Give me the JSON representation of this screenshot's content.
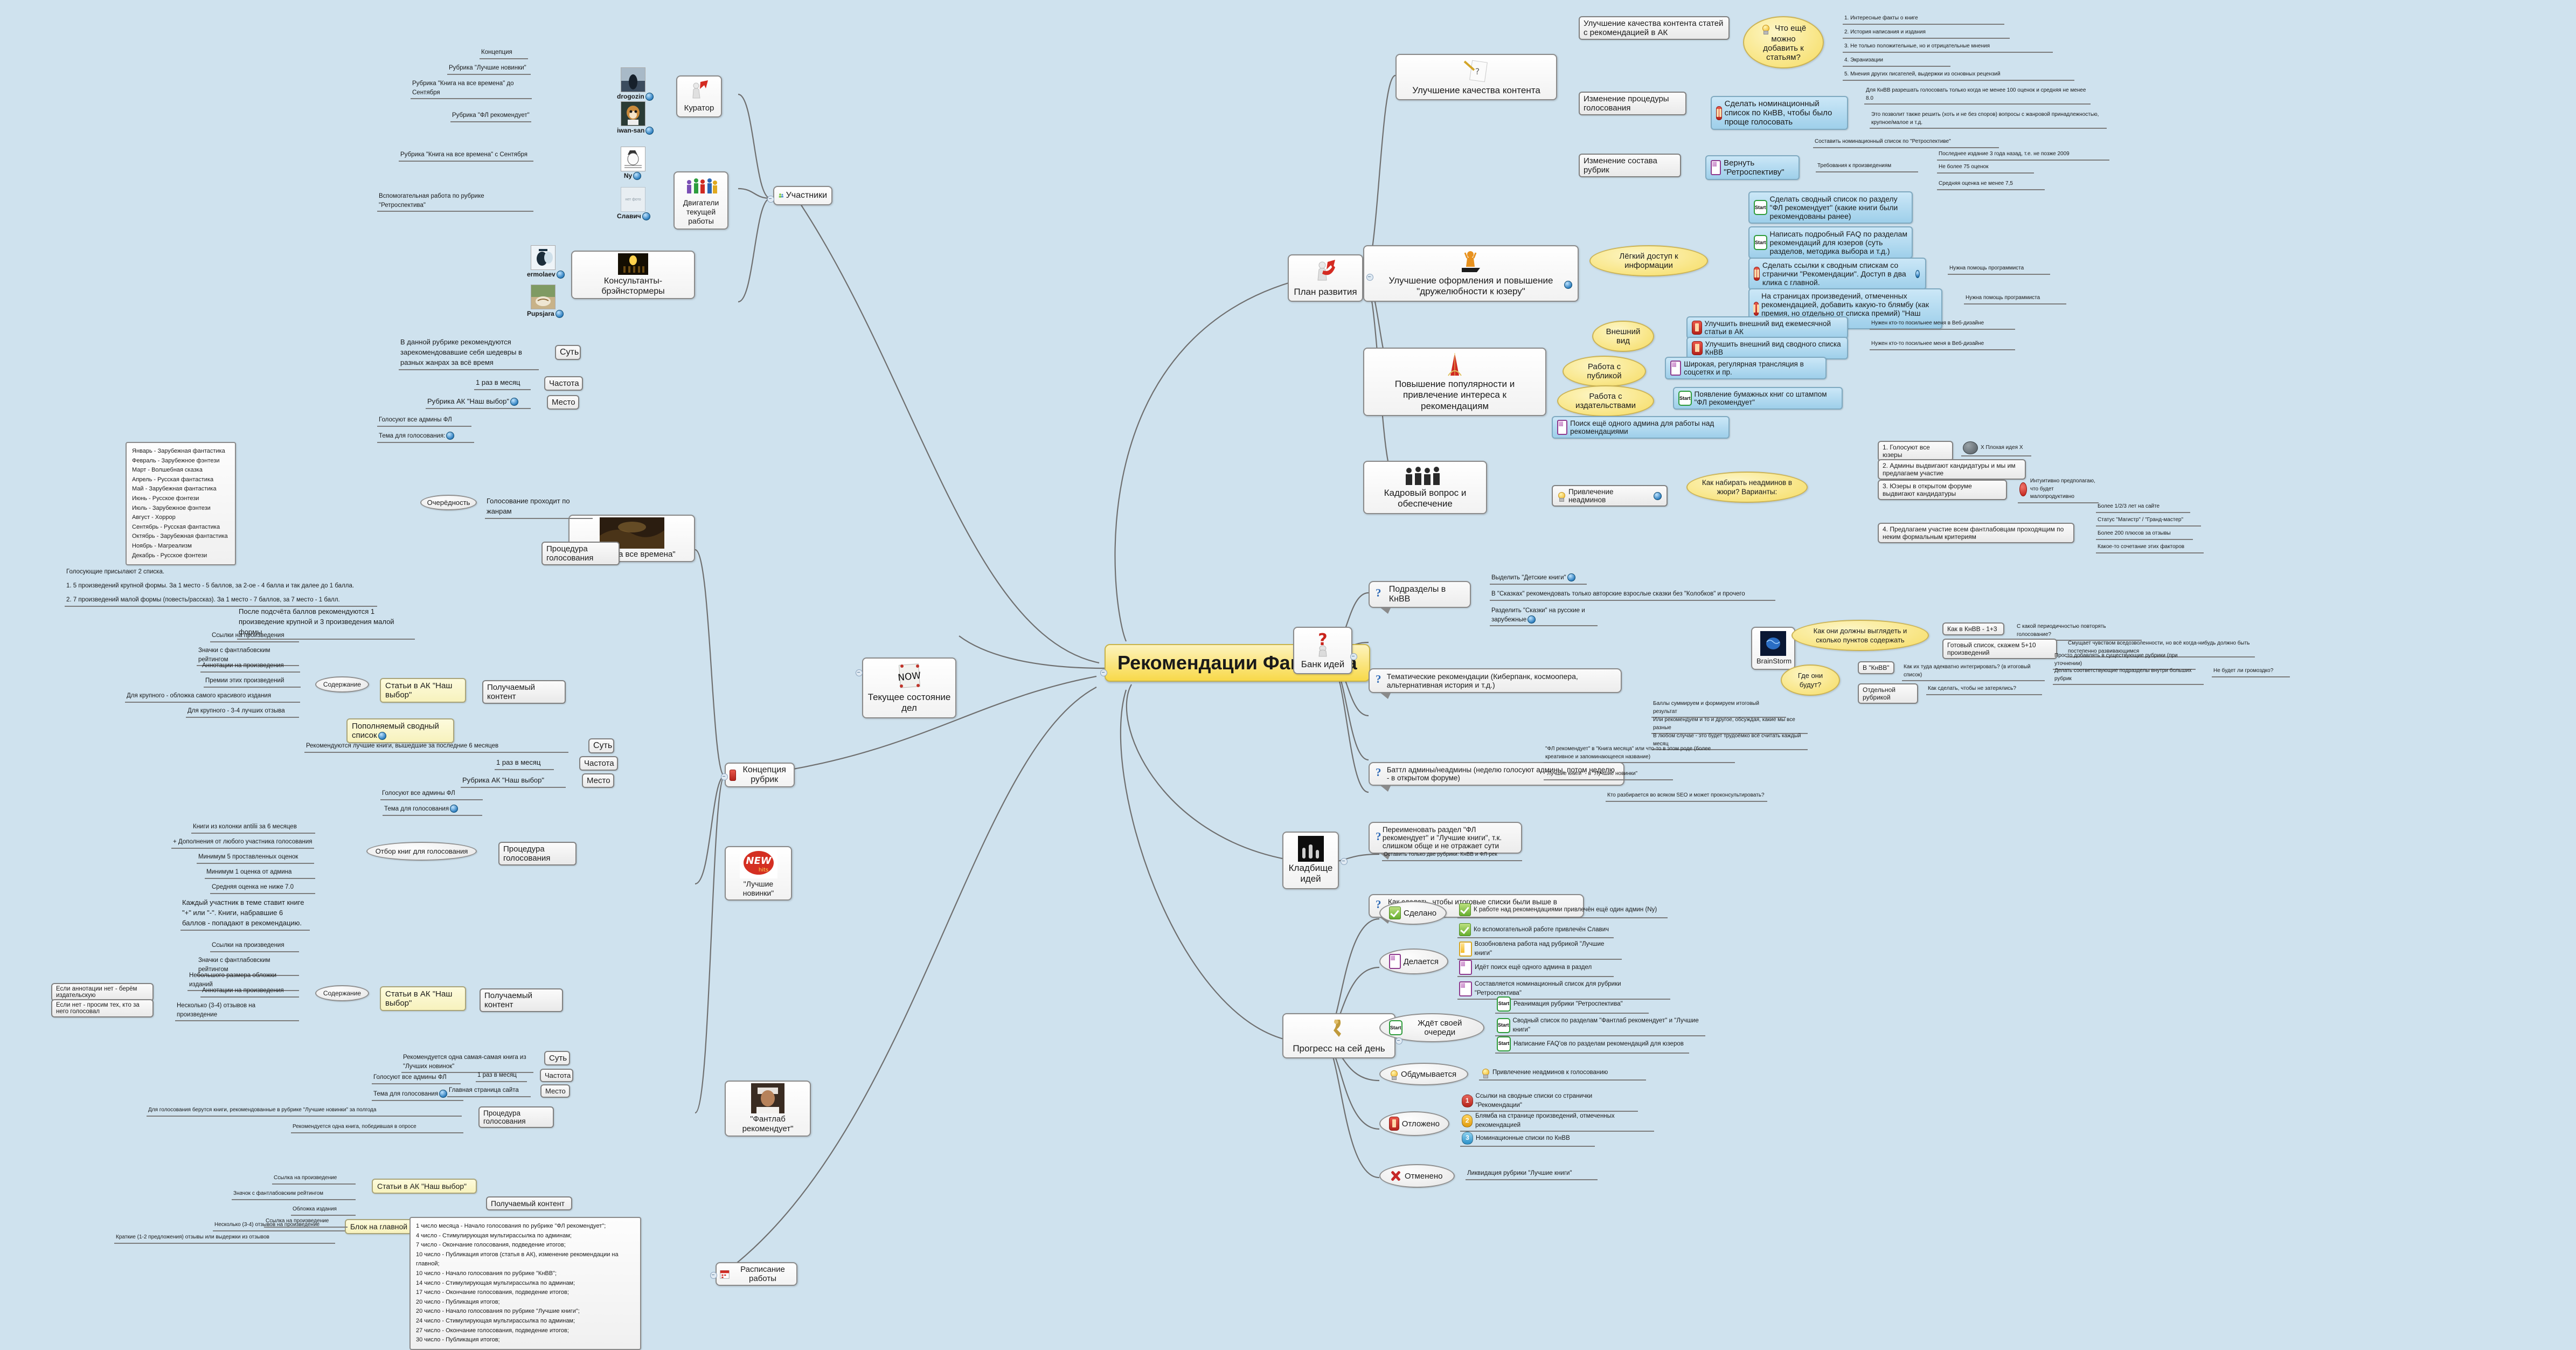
{
  "root": {
    "title": "Рекомендации Фантлаба"
  },
  "main_branches": [
    {
      "id": "now",
      "label": "Текущее состояние дел",
      "icon": "now-note-icon"
    },
    {
      "id": "plan",
      "label": "План развития",
      "icon": "red-arrow-person-icon"
    },
    {
      "id": "ideas",
      "label": "Банк идей",
      "icon": "red-question-person-icon"
    },
    {
      "id": "cemetery",
      "label": "Кладбище идей",
      "icon": "graveyard-icon"
    },
    {
      "id": "progress",
      "label": "Прогресс на сей день",
      "icon": "gold-arrow-person-icon"
    },
    {
      "id": "participants",
      "label": "Участники",
      "icon": "people-group-icon"
    },
    {
      "id": "concept",
      "label": "Концепция рубрик",
      "icon": "rubric-icon"
    },
    {
      "id": "schedule",
      "label": "Расписание работы",
      "icon": "calendar-icon"
    }
  ],
  "participants": {
    "curator": {
      "label": "Куратор",
      "person": {
        "name": "drogozin",
        "globe": true
      },
      "topics": [
        "Концепция",
        "Рубрика \"Лучшие новинки\"",
        "Рубрика \"Книга на все времена\" до Сентября"
      ]
    },
    "engines": {
      "label": "Двигатели текущей работы",
      "people": [
        {
          "name": "iwan-san",
          "globe": true,
          "topic": "Рубрика \"ФЛ рекомендует\""
        },
        {
          "name": "Ny",
          "globe": true,
          "topic": "Рубрика \"Книга на все времена\" с Сентября"
        },
        {
          "name": "Славич",
          "globe": true,
          "topic": "Вспомогательная работа по рубрике \"Ретроспектива\"",
          "no_photo": "нет фото"
        }
      ]
    },
    "consultants": {
      "label": "Консультанты-брэйнстормеры",
      "people": [
        {
          "name": "ermolaev",
          "globe": true
        },
        {
          "name": "Pupsjara",
          "globe": true
        }
      ]
    }
  },
  "concept": {
    "rubrics": [
      {
        "name": "\"Книга на все времена\"",
        "suть": "Суть",
        "sut_text": "В данной рубрике рекомендуются зарекомендовавшие себя шедевры в разных жанрах за всё время",
        "frequency_label": "Частота",
        "frequency": "1 раз в месяц",
        "place_label": "Место",
        "place": "Рубрика АК \"Наш выбор\"",
        "procedure_label": "Процедура голосования",
        "voters": "Голосуют все админы ФЛ",
        "theme_label": "Тема для голосования:",
        "order_label": "Очерёдность",
        "order_note": "Голосование проходит по жанрам",
        "months": [
          "Январь - Зарубежная фантастика",
          "Февраль - Зарубежное фэнтези",
          "Март - Волшебная сказка",
          "Апрель - Русская фантастика",
          "Май - Зарубежная фантастика",
          "Июнь - Русское фэнтези",
          "Июль - Зарубежное фэнтези",
          "Август - Хоррор",
          "Сентябрь - Русская фантастика",
          "Октябрь - Зарубежная фантастика",
          "Ноябрь - Магреализм",
          "Декабрь - Русское фэнтези"
        ],
        "rules": [
          "Голосующие присылают 2 списка.",
          "1. 5 произведений крупной формы. За 1 место - 5 баллов, за 2-ое - 4 балла и так далее до 1 балла.",
          "2. 7 произведений малой формы (повесть/рассказ). За 1 место - 7 баллов, за 7 место - 1 балл."
        ],
        "result": "После подсчёта баллов рекомендуются 1 произведение крупной и 3 произведения малой формы",
        "content_label": "Получаемый контент",
        "content_article": "Статьи в АК \"Наш выбор\"",
        "content_extra": "Пополняемый сводный список",
        "contents_label": "Содержание",
        "contents": [
          "Ссылки на произведения",
          "Значки с фантлабовским рейтингом",
          "Аннотации на произведения",
          "Премии этих произведений",
          "Для крупного - обложка самого красивого издания",
          "Для крупного - 3-4 лучших отзыва"
        ]
      },
      {
        "name": "\"Лучшие новинки\"",
        "sut_text": "Рекомендуются лучшие книги, вышедшие за последние 6 месяцев",
        "frequency": "1 раз в месяц",
        "place": "Рубрика АК \"Наш выбор\"",
        "procedure_label": "Процедура голосования",
        "voters": "Голосуют все админы ФЛ",
        "theme_label": "Тема для голосования",
        "selection_label": "Отбор книг для голосования",
        "selection": [
          "Книги из колонки antilii за 6 месяцев",
          "+ Дополнения от любого участника голосования",
          "Минимум 5 проставленных оценок",
          "Минимум 1 оценка от админа",
          "Средняя оценка не ниже 7.0"
        ],
        "vote_rule": "Каждый участник в теме ставит книге \"+\" или \"-\". Книги, набравшие 6 баллов - попадают в рекомендацию.",
        "content_label": "Получаемый контент",
        "content_article": "Статьи в АК \"Наш выбор\"",
        "contents_label": "Содержание",
        "contents": [
          "Ссылки на произведения",
          "Значки с фантлабовским рейтингом",
          "Небольшого размера обложки изданий",
          "Аннотации на произведения",
          "Несколько (3-4) отзывов на произведение"
        ],
        "content_notes": [
          "Если аннотации нет - берём издательскую",
          "Если нет - просим тех, кто за него голосовал"
        ]
      },
      {
        "name": "\"Фантлаб рекомендует\"",
        "sut_text": "Рекомендуется одна самая-самая книга из \"Лучших новинок\"",
        "frequency": "1 раз в месяц",
        "place": "Главная страница сайта",
        "procedure_label": "Процедура голосования",
        "voters": "Голосуют все админы ФЛ",
        "theme_label": "Тема для голосования",
        "vote_source": "Для голосования берутся книги, рекомендованные в рубрике \"Лучшие новинки\" за полгода",
        "vote_result": "Рекомендуется одна книга, победившая в опросе",
        "content_label": "Получаемый контент",
        "content_article": "Статьи в АК \"Наш выбор\"",
        "article_contents": [
          "Ссылка на произведение",
          "Значок с фантлабовским рейтингом",
          "Обложка издания",
          "Несколько (3-4) отзывов на произведение"
        ],
        "block_label": "Блок на главной странице сайта",
        "block_contents": [
          "Ссылка на произведение",
          "Краткие (1-2 предложения) отзывы или выдержки из отзывов"
        ]
      }
    ]
  },
  "schedule": {
    "items": [
      "1 число месяца - Начало голосования по рубрике \"ФЛ рекомендует\";",
      "4 число - Стимулирующая мультирассылка по админам;",
      "7 число - Окончание голосования, подведение итогов;",
      "10 число - Публикация итогов (статья в АК), изменение рекомендации на главной;",
      "10 число - Начало голосования по рубрике \"КнВВ\";",
      "14 число - Стимулирующая мультирассылка по админам;",
      "17 число - Окончание голосования, подведение итогов;",
      "20 число - Публикация итогов;",
      "20 число - Начало голосования по рубрике \"Лучшие книги\";",
      "24 число - Стимулирующая мультирассылка по админам;",
      "27 число - Окончание голосования, подведение итогов;",
      "30 число - Публикация итогов;"
    ]
  },
  "plan": {
    "quality": {
      "label": "Улучшение качества контента",
      "icon": "note-pencil-icon",
      "children": [
        {
          "label": "Улучшение качества контента статей с рекомендацией в АК",
          "oval": "Что ещё можно добавить к статьям?",
          "list": [
            "1. Интересные факты о книге",
            "2. История написания и издания",
            "3. Не только положительные, но и отрицательные мнения",
            "4. Экранизации",
            "5. Мнения других писателей, выдержки из основных рецензий"
          ]
        },
        {
          "label": "Изменение процедуры голосования",
          "task": "Сделать номинационный список по КнВВ, чтобы было проще голосовать",
          "task_icon": "pause-icon",
          "notes": [
            "Для КнВВ разрешать голосовать только когда не менее 100 оценок и средняя не менее 8.0",
            "Это позволит также решить (хоть и не без споров) вопросы с жанровой принадлежностью, крупное/малое и т.д."
          ]
        },
        {
          "label": "Изменение состава рубрик",
          "task": "Вернуть \"Ретроспективу\"",
          "task_icon": "quarter-icon",
          "sub": "Составить номинационный список по \"Ретроспективе\"",
          "req_label": "Требования к произведениям",
          "reqs": [
            "Последнее издание 3 года назад, т.е. не позже 2009",
            "Не более 75 оценок",
            "Средняя оценка не менее 7,5"
          ]
        }
      ]
    },
    "design": {
      "label": "Улучшение оформления и повышение \"дружелюбности к юзеру\"",
      "icon": "orange-person-icon",
      "globe": true,
      "groups": [
        {
          "oval": "Лёгкий доступ к информации",
          "tasks": [
            {
              "icon": "start-icon",
              "text": "Сделать сводный список по разделу \"ФЛ рекомендует\" (какие книги были рекомендованы ранее)"
            },
            {
              "icon": "start-icon",
              "text": "Написать подробный FAQ по разделам рекомендаций для юзеров (суть разделов, методика выбора и т.д.)"
            },
            {
              "icon": "pause-icon",
              "text": "Сделать ссылки к сводным спискам со странички \"Рекомендации\". Доступ в два клика с главной.",
              "globe": true,
              "note": "Нужна помощь программиста"
            },
            {
              "icon": "pause-icon",
              "text": "На страницах произведений, отмеченных рекомендацией, добавить какую-то блямбу (как премия, но отдельно от списка премий) \"Наш выбор\"",
              "note": "Нужна помощь программиста"
            }
          ]
        },
        {
          "oval": "Внешний вид",
          "tasks": [
            {
              "icon": "pause-icon",
              "text": "Улучшить внешний вид ежемесячной статьи в АК",
              "note": "Нужен кто-то посильнее меня в Веб-дизайне"
            },
            {
              "icon": "pause-icon",
              "text": "Улучшить внешний вид сводного списка КнВВ",
              "note": "Нужен кто-то посильнее меня в Веб-дизайне"
            }
          ]
        }
      ]
    },
    "popularity": {
      "label": "Повышение популярности и привлечение интереса к рекомендациям",
      "icon": "red-tower-icon",
      "groups": [
        {
          "oval": "Работа с публикой",
          "tasks": [
            {
              "icon": "quarter-icon",
              "text": "Широкая, регулярная трансляция в соцсетях и пр."
            }
          ]
        },
        {
          "oval": "Работа с издательствами",
          "tasks": [
            {
              "icon": "start-icon",
              "text": "Появление бумажных книг со штампом \"ФЛ рекомендует\""
            }
          ]
        }
      ]
    },
    "hr": {
      "label": "Кадровый вопрос и обеспечение",
      "icon": "crowd-icon",
      "tasks": [
        {
          "icon": "quarter-icon",
          "text": "Поиск ещё одного админа для работы над рекомендациями"
        },
        {
          "icon": "bulb-icon",
          "text": "Привлечение неадминов",
          "globe": true,
          "oval": "Как набирать неадминов в жюри? Варианты:",
          "options": [
            {
              "text": "1. Голосуют все юзеры",
              "note": "X Плохая идея X",
              "note_icon": "sleep-icon"
            },
            {
              "text": "2. Админы выдвигают кандидатуры и мы им предлагаем участие"
            },
            {
              "text": "3. Юзеры в открытом форуме выдвигают кандидатуры",
              "note": "Интуитивно предполагаю, что будет малопродуктивно",
              "note_icon": "angry-icon"
            },
            {
              "text": "4. Предлагаем участие всем фантлабовцам проходящим по неким формальным критериям",
              "criteria": [
                "Более 1/2/3 лет на сайте",
                "Статус \"Магистр\" / \"Гранд-мастер\"",
                "Более 200 плюсов за отзывы",
                "Какое-то сочетание этих факторов"
              ]
            }
          ]
        }
      ]
    }
  },
  "ideas": {
    "items": [
      {
        "text": "Подразделы в КнВВ",
        "children": [
          {
            "text": "Выделить \"Детские книги\"",
            "globe": true
          },
          {
            "text": "В \"Сказках\" рекомендовать только авторские взрослые сказки без \"Колобков\" и прочего"
          },
          {
            "text": "Разделить \"Сказки\" на русские и зарубежные",
            "globe": true
          }
        ]
      },
      {
        "text": "Тематические рекомендации (Киберпанк, космоопера, альтернативная история и т.д.)",
        "brainstorm": "BrainStorm",
        "groups": [
          {
            "oval": "Как они должны выглядеть и сколько пунктов содержать",
            "options": [
              {
                "text": "Как в КнВВ - 1+3",
                "note": "С какой периодичностью повторять голосование?"
              },
              {
                "text": "Готовый список, скажем 5+10 произведений",
                "note": "Смущает чувством вседозволенности, но всё когда-нибудь должно быть постепенно развивающимся"
              }
            ]
          },
          {
            "oval": "Где они будут?",
            "options": [
              {
                "text": "В \"КнВВ\"",
                "note": "Как их туда адекватно интегрировать? (в итоговый список)",
                "subnotes": [
                  "Просто добавлять в существующие рубрики (при уточнении)",
                  "Делать соответствующие подразделы внутри больших рубрик",
                  "Не будет ли громоздко?"
                ]
              },
              {
                "text": "Отдельной рубрикой",
                "note": "Как сделать, чтобы не затерялись?"
              }
            ]
          }
        ]
      },
      {
        "text": "Баттл админы/неадмины (неделю голосуют админы, потом неделю - в открытом форуме)",
        "children": [
          {
            "text": "Баллы суммируем и формируем итоговый результат"
          },
          {
            "text": "Или рекомендуем и то и другое, обсуждая, какие мы все разные"
          },
          {
            "text": "В любом случае - это будет трудоёмко всё считать каждый месяц"
          }
        ]
      },
      {
        "text": "Переименовать раздел \"ФЛ рекомендует\" и \"Лучшие книги\", т.к. слишком обще и не отражает сути",
        "children": [
          {
            "text": "\"ФЛ рекомендует\" в \"Книга месяца\" или что-то в этом роде (более креативное и запоминающееся название)"
          },
          {
            "text": "\"Лучшие книги\" - в \"Лучшие новинки\""
          }
        ]
      },
      {
        "text": "Как сделать, чтобы итоговые списки были выше в выдаче Гугля?",
        "children": [
          {
            "text": "Кто разбирается во всяком SEO и может проконсультировать?"
          }
        ]
      }
    ]
  },
  "cemetery": {
    "items": [
      "Оставить только две рубрики: КнВВ и ФЛ-рек"
    ]
  },
  "progress": {
    "groups": [
      {
        "label": "Сделано",
        "icon": "check-icon",
        "items": [
          {
            "icon": "check-icon",
            "text": "К работе над рекомендациями привлечён ещё один админ (Ny)"
          },
          {
            "icon": "check-icon",
            "text": "Ко вспомогательной работе привлечён Славич"
          }
        ]
      },
      {
        "label": "Делается",
        "icon": "quarter-icon",
        "items": [
          {
            "icon": "half-icon",
            "text": "Возобновлена работа над рубрикой \"Лучшие книги\""
          },
          {
            "icon": "quarter-icon",
            "text": "Идёт поиск ещё одного админа в раздел"
          },
          {
            "icon": "quarter-icon",
            "text": "Составляется номинационный список для рубрики \"Ретроспектива\""
          }
        ]
      },
      {
        "label": "Ждёт своей очереди",
        "icon": "start-icon",
        "items": [
          {
            "icon": "start-icon",
            "text": "Реанимация рубрики \"Ретроспектива\""
          },
          {
            "icon": "start-icon",
            "text": "Сводный список по разделам \"Фантлаб рекомендует\" и \"Лучшие книги\""
          },
          {
            "icon": "start-icon",
            "text": "Написание FAQ'ов по разделам рекомендаций для юзеров"
          }
        ]
      },
      {
        "label": "Обдумывается",
        "icon": "bulb-icon",
        "items": [
          {
            "icon": "bulb-icon",
            "text": "Привлечение неадминов к голосованию"
          }
        ]
      },
      {
        "label": "Отложено",
        "icon": "pause-icon",
        "items": [
          {
            "icon": "num1",
            "text": "Ссылки на сводные списки со странички \"Рекомендации\""
          },
          {
            "icon": "num2",
            "text": "Блямба на странице произведений, отмеченных рекомендацией"
          },
          {
            "icon": "num3",
            "text": "Номинационные списки по КнВВ"
          }
        ]
      },
      {
        "label": "Отменено",
        "icon": "x-icon",
        "items": [
          {
            "icon": "none",
            "text": "Ликвидация рубрики \"Лучшие книги\""
          }
        ]
      }
    ]
  },
  "colors": {
    "accent": "#f8d94a",
    "task_blue": "#9ecfea",
    "bg": "#cfe2ee",
    "link": "#6f6f6f"
  }
}
